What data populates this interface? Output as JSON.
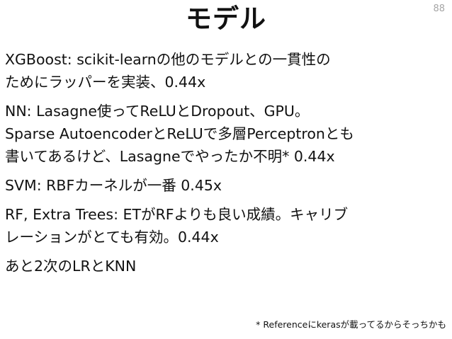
{
  "slide": {
    "title": "モデル",
    "page_number": "88"
  },
  "paragraphs": [
    {
      "lines": [
        "XGBoost: scikit-learnの他のモデルとの一貫性の",
        "ためにラッパーを実装、0.44x"
      ]
    },
    {
      "lines": [
        "NN: Lasagne使ってReLUとDropout、GPU。",
        "Sparse AutoencoderとReLUで多層Perceptronとも",
        "書いてあるけど、Lasagneでやったか不明* 0.44x"
      ]
    },
    {
      "lines": [
        "SVM: RBFカーネルが一番 0.45x"
      ]
    },
    {
      "lines": [
        "RF, Extra Trees: ETがRFよりも良い成績。キャリブ",
        "レーションがとても有効。0.44x"
      ]
    },
    {
      "lines": [
        "あと2次のLRとKNN"
      ]
    }
  ],
  "footnote": "* Referenceにkerasが載ってるからそっちかも"
}
